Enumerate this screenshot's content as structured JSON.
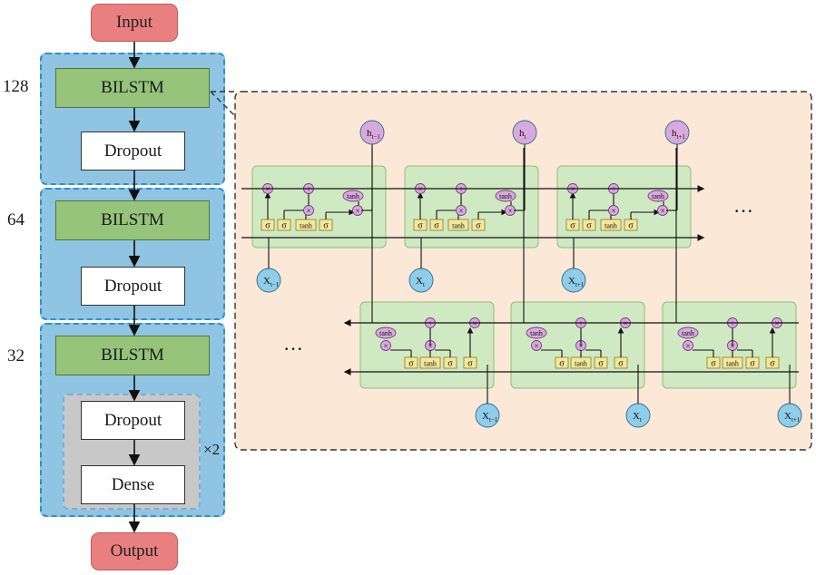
{
  "input_label": "Input",
  "output_label": "Output",
  "layers": [
    {
      "units": "128",
      "lstm_label": "BILSTM",
      "dropout_label": "Dropout"
    },
    {
      "units": "64",
      "lstm_label": "BILSTM",
      "dropout_label": "Dropout"
    },
    {
      "units": "32",
      "lstm_label": "BILSTM",
      "dropout_label": "Dropout",
      "dense_label": "Dense",
      "repeat_label": "×2"
    }
  ],
  "detail": {
    "forward_cells": [
      {
        "h": "h",
        "h_sub": "t−1",
        "x": "X",
        "x_sub": "t−1"
      },
      {
        "h": "h",
        "h_sub": "t",
        "x": "X",
        "x_sub": "t"
      },
      {
        "h": "h",
        "h_sub": "t+1",
        "x": "X",
        "x_sub": "t+1"
      }
    ],
    "backward_cells": [
      {
        "x": "X",
        "x_sub": "t−1"
      },
      {
        "x": "X",
        "x_sub": "t"
      },
      {
        "x": "X",
        "x_sub": "t+1"
      }
    ],
    "gate_labels": [
      "σ",
      "σ",
      "tanh",
      "σ"
    ],
    "tanh_label": "tanh",
    "ellipsis": "···",
    "colors": {
      "panel_bg": "#fbe8d6",
      "cell_bg": "#cfe9c2",
      "gate_bg": "#f4e79a",
      "state_circle": "#8fcde8",
      "output_circle": "#d9a9dd"
    }
  }
}
